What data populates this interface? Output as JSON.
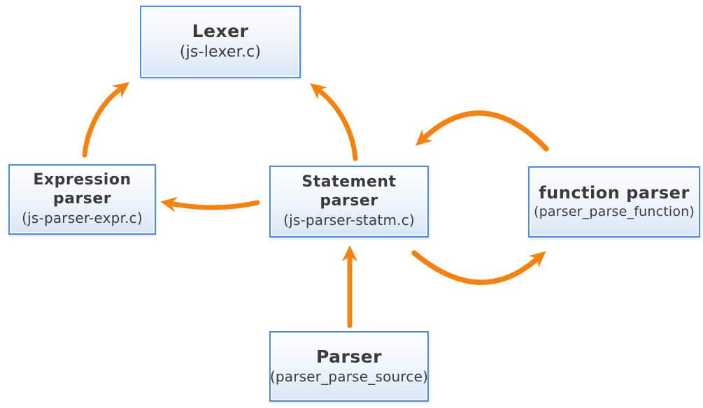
{
  "diagram": {
    "type": "flow-diagram",
    "colors": {
      "arrow": "#F5820E",
      "box_border": "#4D8DE8",
      "box_fill_top": "#FDFEFF",
      "box_fill_bottom": "#D8E7F8",
      "text": "#3B3B3B",
      "background": "#FFFFFF"
    },
    "nodes": [
      {
        "id": "lexer",
        "title": "Lexer",
        "subtitle": "(js-lexer.c)"
      },
      {
        "id": "expression-parser",
        "title": "Expression\nparser",
        "subtitle": "(js-parser-expr.c)"
      },
      {
        "id": "statement-parser",
        "title": "Statement\nparser",
        "subtitle": "(js-parser-statm.c)"
      },
      {
        "id": "function-parser",
        "title": "function parser",
        "subtitle": "(parser_parse_function)"
      },
      {
        "id": "parser",
        "title": "Parser",
        "subtitle": "(parser_parse_source)"
      }
    ],
    "edges": [
      {
        "from": "expression-parser",
        "to": "lexer",
        "style": "curved"
      },
      {
        "from": "statement-parser",
        "to": "lexer",
        "style": "curved"
      },
      {
        "from": "statement-parser",
        "to": "expression-parser",
        "style": "curved"
      },
      {
        "from": "function-parser",
        "to": "statement-parser",
        "style": "arc"
      },
      {
        "from": "statement-parser",
        "to": "function-parser",
        "style": "arc"
      },
      {
        "from": "parser",
        "to": "statement-parser",
        "style": "straight"
      }
    ]
  }
}
